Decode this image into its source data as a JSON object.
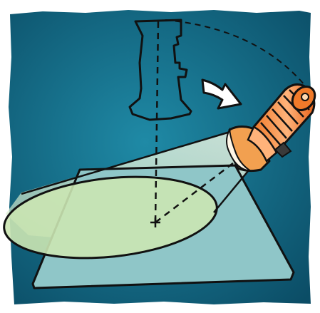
{
  "illustration": {
    "colors": {
      "frame": "#ffffff",
      "background_light": "#1f8aa6",
      "background_dark": "#0b4d66",
      "sheet": "#8fc6c8",
      "light_beam": "#d8efd0",
      "light_spot": "#cbe6b2",
      "flashlight_body": "#f07a2a",
      "flashlight_highlight": "#ffb37a",
      "flashlight_head": "#f2a050",
      "outline": "#111111"
    },
    "elements": [
      "outline-flashlight-upright",
      "rotation-arrow",
      "dashed-arc",
      "flashlight",
      "light-beam",
      "tilted-sheet",
      "elliptical-light-spot",
      "dashed-vertical-line",
      "dashed-slanted-line",
      "center-point-marker"
    ]
  }
}
